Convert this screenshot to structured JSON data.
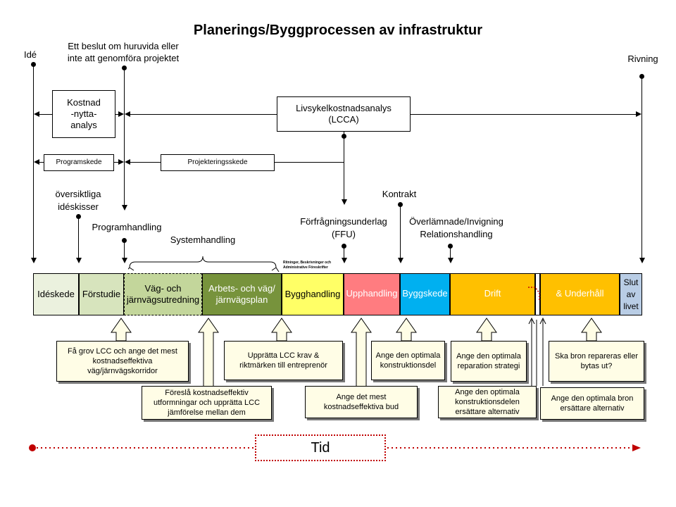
{
  "title": "Planerings/Byggprocessen av infrastruktur",
  "top_labels": {
    "ide": "Idé",
    "beslut": "Ett beslut om huruvida eller inte att genomföra projektet",
    "beslut_line1": "Ett beslut om huruvida eller",
    "beslut_line2": "inte att genomföra projektet",
    "rivning": "Rivning"
  },
  "boxes": {
    "kostnad_line1": "Kostnad",
    "kostnad_line2": "-nytta-",
    "kostnad_line3": "analys",
    "lcca_line1": "Livsykelkostnadsanalys",
    "lcca_line2": "(LCCA)",
    "programskede": "Programskede",
    "projekteringsskede": "Projekteringsskede"
  },
  "milestones": {
    "oversiktliga_line1": "översiktliga",
    "oversiktliga_line2": "idéskisser",
    "programhandling": "Programhandling",
    "systemhandling": "Systemhandling",
    "ffu_line1": "Förfrågningsunderlag",
    "ffu_line2": "(FFU)",
    "kontrakt": "Kontrakt",
    "overlamnade_line1": "Överlämnade/Invigning",
    "overlamnade_line2": "Relationshandling",
    "ritningar_line1": "Ritninger, Beskrivninger och",
    "ritningar_line2": "Administrative Föreskrifter"
  },
  "phases": [
    {
      "label": "Idéskede",
      "color": "#ebf1de"
    },
    {
      "label": "Förstudie",
      "color": "#d7e4bd"
    },
    {
      "label": "Väg- och järnvägsutredning",
      "color": "#c3d69b"
    },
    {
      "label": "Arbets- och väg/ järnvägsplan",
      "color": "#77933c"
    },
    {
      "label": "Bygghandling",
      "color": "#ffff66"
    },
    {
      "label": "Upphandling",
      "color": "#ff7c80"
    },
    {
      "label": "Byggskede",
      "color": "#00b0f0"
    },
    {
      "label": "Drift",
      "color": "#ffc000"
    },
    {
      "label": "& Underhåll",
      "color": "#ffc000"
    },
    {
      "label": "Slut av livet",
      "color": "#b9cde5"
    }
  ],
  "phase_lines": {
    "vag1": "Väg- och",
    "vag2": "järnvägsutredning",
    "arb1": "Arbets- och väg/",
    "arb2": "järnvägsplan",
    "slut1": "Slut",
    "slut2": "av",
    "slut3": "livet"
  },
  "notes": {
    "n1_1": "Få grov LCC och ange det mest",
    "n1_2": "kostnadseffektiva",
    "n1_3": "väg/järnvägskorridor",
    "n2_1": "Föreslå kostnadseffektiv",
    "n2_2": "utformningar och upprätta LCC",
    "n2_3": "jämförelse mellan dem",
    "n3_1": "Upprätta LCC krav &",
    "n3_2": "riktmärken till entreprenör",
    "n4_1": "Ange det mest",
    "n4_2": "kostnadseffektiva bud",
    "n5_1": "Ange den optimala",
    "n5_2": "konstruktionsdel",
    "n6_1": "Ange den optimala",
    "n6_2": "reparation strategi",
    "n7_1": "Ange den optimala",
    "n7_2": "konstruktionsdelen",
    "n7_3": "ersättare alternativ",
    "n8_1": "Ska bron repareras eller",
    "n8_2": "bytas ut?",
    "n9_1": "Ange den optimala bron",
    "n9_2": "ersättare alternativ"
  },
  "timeline": {
    "label": "Tid",
    "color": "#c00000"
  }
}
